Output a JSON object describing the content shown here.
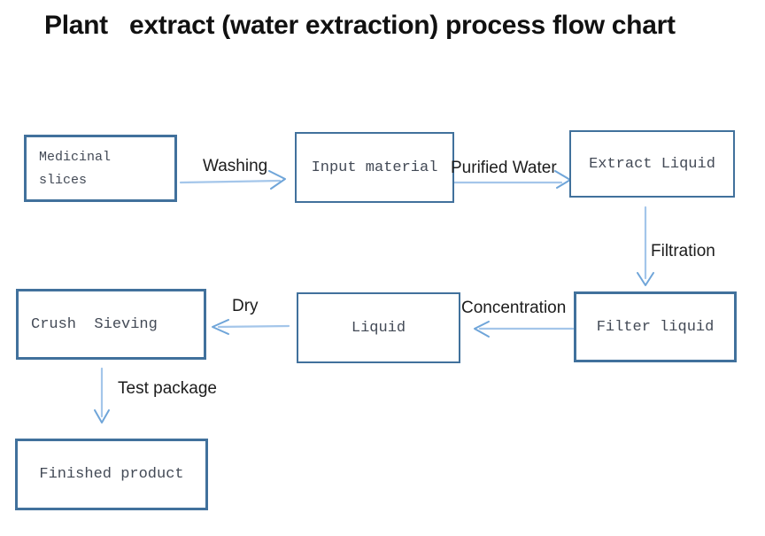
{
  "title": "Plant   extract (water extraction) process flow chart",
  "diagram_type": "process-flow-chart",
  "colors": {
    "background": "#ffffff",
    "box_border": "#41719c",
    "box_text": "#434a56",
    "arrow_line": "#a4c6ea",
    "arrow_head": "#6fa5d9",
    "edge_label_text": "#1c1c1c",
    "title_text": "#111111"
  },
  "nodes": {
    "medicinal_slices": {
      "line1": "Medicinal",
      "line2": "slices"
    },
    "input_material": {
      "label": "Input material"
    },
    "extract_liquid": {
      "label": "Extract Liquid"
    },
    "filter_liquid": {
      "label": "Filter liquid"
    },
    "liquid": {
      "label": "Liquid"
    },
    "crush_sieving": {
      "label": "Crush  Sieving"
    },
    "finished_product": {
      "label": "Finished product"
    }
  },
  "edges": {
    "washing": {
      "label": "Washing",
      "from": "medicinal_slices",
      "to": "input_material",
      "direction": "right"
    },
    "purified_water": {
      "label": "Purified Water",
      "from": "input_material",
      "to": "extract_liquid",
      "direction": "right"
    },
    "filtration": {
      "label": "Filtration",
      "from": "extract_liquid",
      "to": "filter_liquid",
      "direction": "down"
    },
    "concentration": {
      "label": "Concentration",
      "from": "filter_liquid",
      "to": "liquid",
      "direction": "left"
    },
    "dry": {
      "label": "Dry",
      "from": "liquid",
      "to": "crush_sieving",
      "direction": "left"
    },
    "test_package": {
      "label": "Test package",
      "from": "crush_sieving",
      "to": "finished_product",
      "direction": "down"
    }
  }
}
